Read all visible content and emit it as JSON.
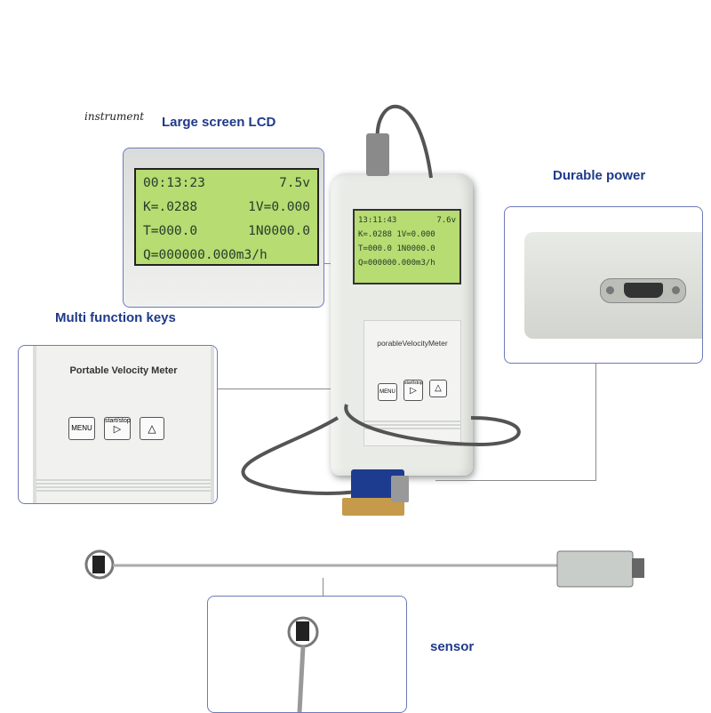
{
  "labels": {
    "script_word": "instrument",
    "lcd": "Large screen LCD",
    "power": "Durable power",
    "keys": "Multi function keys",
    "sensor": "sensor"
  },
  "lcd_big": {
    "row1": [
      "00:13:23",
      "7.5v"
    ],
    "row2": [
      "K=.0288",
      "1V=0.000"
    ],
    "row3": [
      "T=000.0",
      "1N0000.0"
    ],
    "row4": "Q=000000.000m3/h"
  },
  "lcd_small": {
    "row1": [
      "13:11:43",
      "7.6v"
    ],
    "row2": "K=.0288 1V=0.000",
    "row3": "T=000.0 1N0000.0",
    "row4": "Q=000000.000m3/h"
  },
  "device": {
    "title": "porableVelocityMeter",
    "menu": "MENU",
    "startstop": "start/stop",
    "play": "▷",
    "up": "△"
  },
  "keys_panel": {
    "title": "Portable Velocity Meter",
    "menu": "MENU",
    "startstop": "start/stop",
    "play": "▷",
    "up": "△"
  },
  "colors": {
    "label": "#1f3a8a",
    "lcd": "#b6dc72",
    "panel_border": "#6d7ab8"
  }
}
